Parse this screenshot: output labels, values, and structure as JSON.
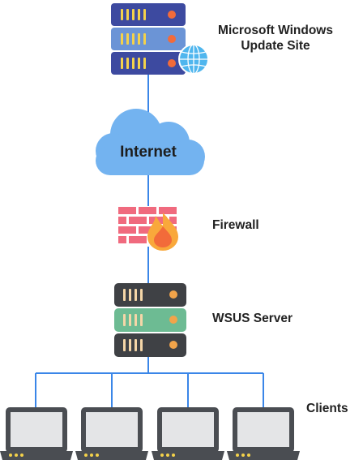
{
  "labels": {
    "ms_line1": "Microsoft Windows",
    "ms_line2": "Update Site",
    "internet": "Internet",
    "firewall": "Firewall",
    "wsus": "WSUS Server",
    "clients": "Clients"
  },
  "colors": {
    "line": "#3a86e8",
    "ms_server_top": "#3d4aa0",
    "ms_server_mid": "#6b94d6",
    "ms_server_bot": "#3d4aa0",
    "server_slot": "#f4d24a",
    "server_dot": "#f26b3a",
    "globe": "#4fb6ee",
    "cloud": "#73b3f0",
    "brick": "#f06a7e",
    "flame_outer": "#f9a83b",
    "flame_inner": "#f26b3a",
    "wsus_dark": "#3f4145",
    "wsus_green": "#6dbb93",
    "wsus_slot": "#f5d6a8",
    "wsus_dot": "#f2a44a",
    "laptop_body": "#4a4d52",
    "laptop_screen": "#e4e5e7",
    "laptop_dot": "#f4d24a"
  },
  "client_count": 4
}
